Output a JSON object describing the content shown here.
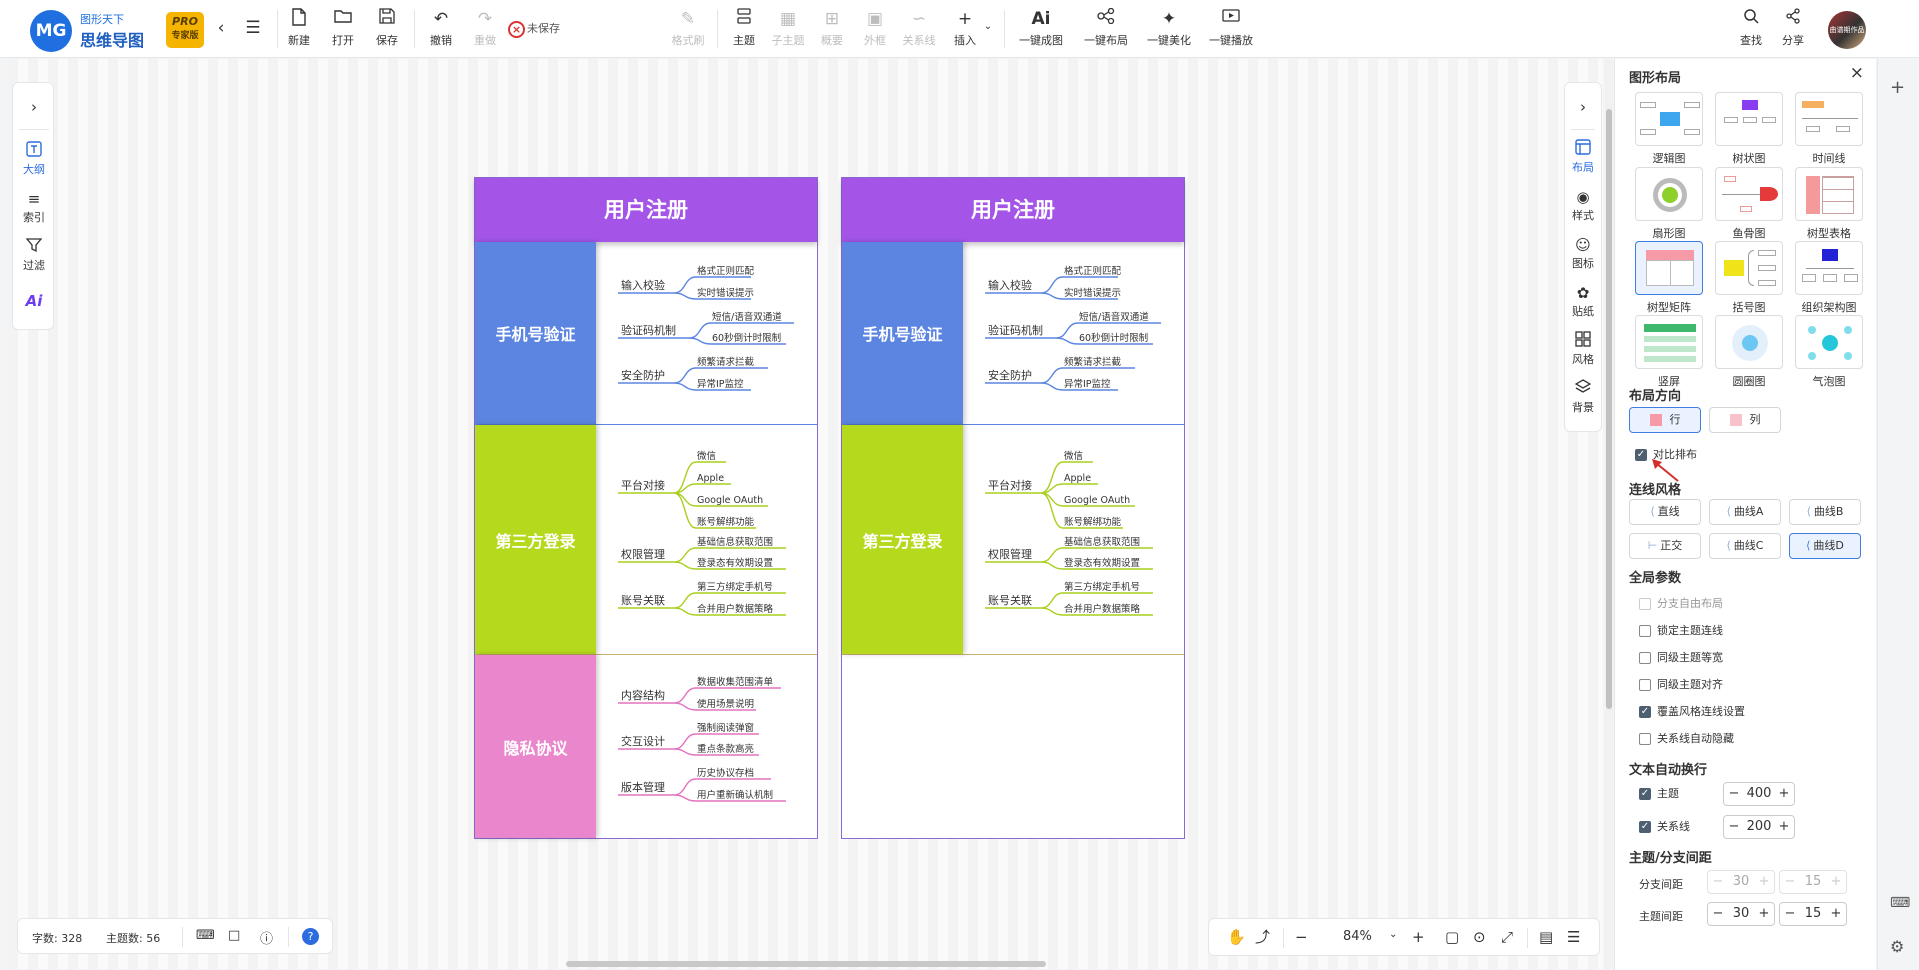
{
  "brand": {
    "line1": "图形天下",
    "line2": "思维导图",
    "pro": "PRO",
    "edition": "专家版",
    "logo_letters": "MG"
  },
  "toolbar": {
    "new": "新建",
    "open": "打开",
    "save": "保存",
    "undo": "撤销",
    "redo": "重做",
    "unsaved": "未保存",
    "format_brush": "格式刷",
    "topic": "主题",
    "subtopic": "子主题",
    "summary": "概要",
    "boundary": "外框",
    "relation": "关系线",
    "insert": "插入",
    "ai_label": "Ai",
    "ai_generate": "一键成图",
    "auto_layout": "一键布局",
    "beautify": "一键美化",
    "play": "一键播放",
    "search": "查找",
    "share": "分享",
    "avatar_text": "曲谱期作品"
  },
  "left_panel": {
    "outline": "大纲",
    "index": "索引",
    "filter": "过滤",
    "ai": "Ai"
  },
  "right_toolbar": {
    "layout": "布局",
    "style": "样式",
    "icon": "图标",
    "sticker": "贴纸",
    "theme": "风格",
    "background": "背景"
  },
  "mindmap": {
    "title": "用户注册",
    "sections": [
      {
        "label": "手机号验证",
        "color": "#5b85e0",
        "line": "#5b85e0",
        "groups": [
          {
            "name": "输入校验",
            "items": [
              "格式正则匹配",
              "实时错误提示"
            ]
          },
          {
            "name": "验证码机制",
            "items": [
              "短信/语音双通道",
              "60秒倒计时限制"
            ]
          },
          {
            "name": "安全防护",
            "items": [
              "频繁请求拦截",
              "异常IP监控"
            ]
          }
        ]
      },
      {
        "label": "第三方登录",
        "color": "#b5d91c",
        "line": "#a9cf1f",
        "groups": [
          {
            "name": "平台对接",
            "items": [
              "微信",
              "Apple",
              "Google OAuth",
              "账号解绑功能"
            ]
          },
          {
            "name": "权限管理",
            "items": [
              "基础信息获取范围",
              "登录态有效期设置"
            ]
          },
          {
            "name": "账号关联",
            "items": [
              "第三方绑定手机号",
              "合并用户数据策略"
            ]
          }
        ]
      },
      {
        "label": "隐私协议",
        "color": "#ea86cc",
        "line": "#e472c0",
        "groups": [
          {
            "name": "内容结构",
            "items": [
              "数据收集范围清单",
              "使用场景说明"
            ]
          },
          {
            "name": "交互设计",
            "items": [
              "强制阅读弹窗",
              "重点条款高亮"
            ]
          },
          {
            "name": "版本管理",
            "items": [
              "历史协议存档",
              "用户重新确认机制"
            ]
          }
        ]
      }
    ]
  },
  "status": {
    "word_count": "字数: 328",
    "topic_count": "主题数: 56",
    "help": "?"
  },
  "zoom": {
    "value": "84%"
  },
  "layout_panel": {
    "title": "图形布局",
    "layouts": [
      {
        "name": "逻辑图"
      },
      {
        "name": "树状图"
      },
      {
        "name": "时间线"
      },
      {
        "name": "扇形图"
      },
      {
        "name": "鱼骨图"
      },
      {
        "name": "树型表格"
      },
      {
        "name": "树型矩阵"
      },
      {
        "name": "括号图"
      },
      {
        "name": "组织架构图"
      },
      {
        "name": "竖屏"
      },
      {
        "name": "圆圈图"
      },
      {
        "name": "气泡图"
      }
    ],
    "direction_title": "布局方向",
    "direction_row": "行",
    "direction_col": "列",
    "contrast": "对比排布",
    "line_title": "连线风格",
    "lines": [
      "直线",
      "曲线A",
      "曲线B",
      "正交",
      "曲线C",
      "曲线D"
    ],
    "global_title": "全局参数",
    "globals": [
      {
        "label": "分支自由布局"
      },
      {
        "label": "锁定主题连线"
      },
      {
        "label": "同级主题等宽"
      },
      {
        "label": "同级主题对齐"
      },
      {
        "label": "覆盖风格连线设置"
      },
      {
        "label": "关系线自动隐藏"
      }
    ],
    "wrap_title": "文本自动换行",
    "wrap_topic": "主题",
    "wrap_topic_val": "400",
    "wrap_rel": "关系线",
    "wrap_rel_val": "200",
    "spacing_title": "主题/分支间距",
    "branch_spacing": "分支间距",
    "branch_a": "30",
    "branch_b": "15",
    "topic_spacing": "主题间距",
    "topic_a": "30",
    "topic_b": "15"
  }
}
